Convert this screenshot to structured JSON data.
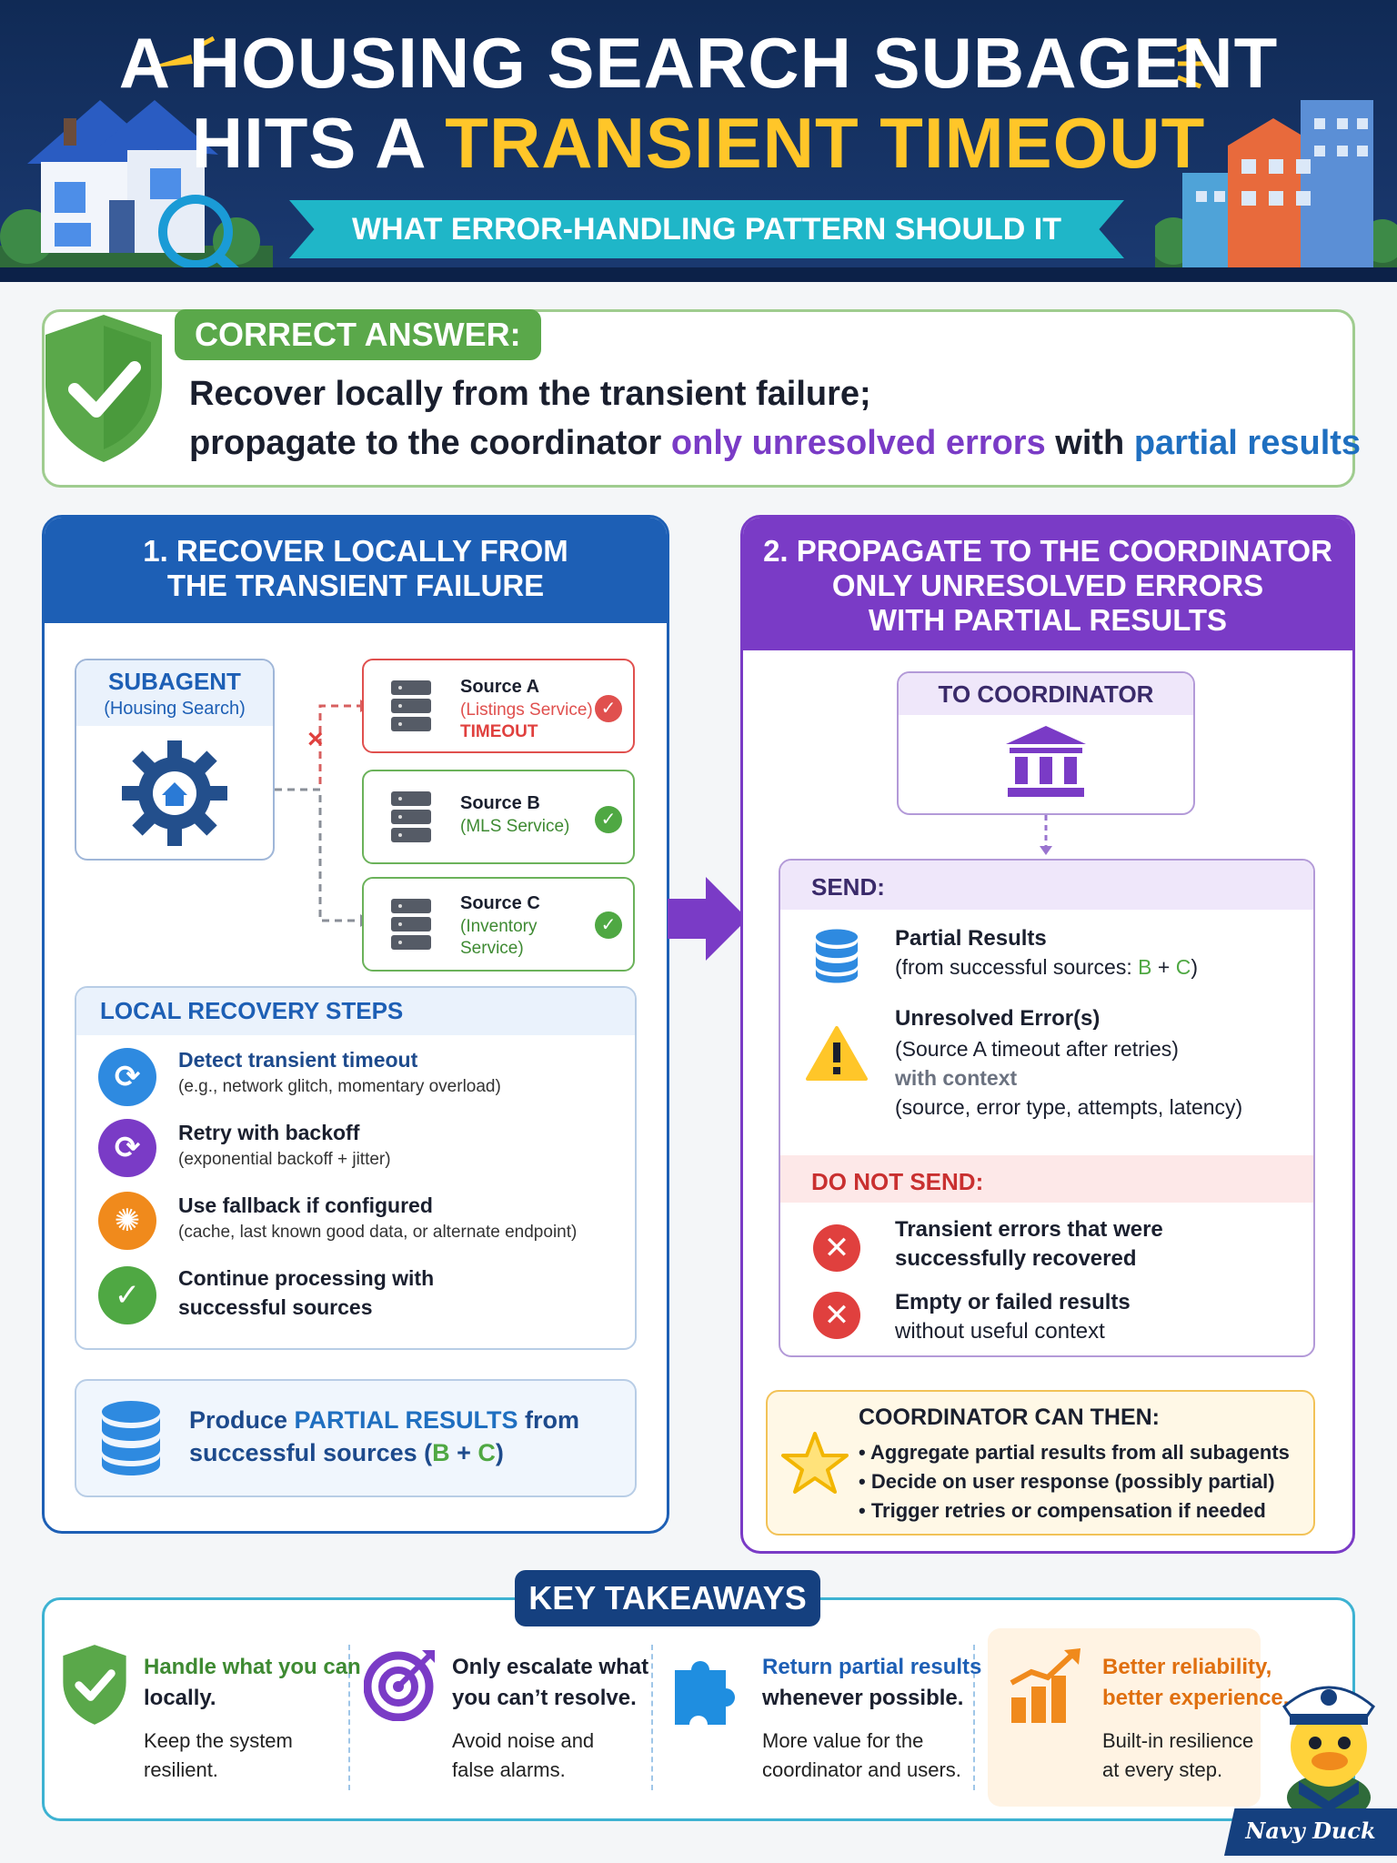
{
  "header": {
    "title_line1": "A HOUSING SEARCH SUBAGENT",
    "title_line2_prefix": "HITS A ",
    "title_line2_highlight": "TRANSIENT TIMEOUT",
    "subtitle": "WHAT ERROR-HANDLING PATTERN SHOULD IT FOLLOW?"
  },
  "answer": {
    "tag": "CORRECT ANSWER:",
    "line1": "Recover locally from the transient failure;",
    "line2_prefix": "propagate to the coordinator ",
    "line2_purple": "only unresolved errors",
    "line2_mid": " with ",
    "line2_blue": "partial results"
  },
  "left_panel": {
    "title_line1": "1. RECOVER LOCALLY FROM",
    "title_line2": "THE TRANSIENT FAILURE",
    "subagent": {
      "title": "SUBAGENT",
      "subtitle": "(Housing Search)"
    },
    "sources": [
      {
        "title": "Source A",
        "subtitle": "(Listings Service)",
        "status": "TIMEOUT"
      },
      {
        "title": "Source B",
        "subtitle": "(MLS Service)"
      },
      {
        "title": "Source C",
        "subtitle_line1": "(Inventory",
        "subtitle_line2": "Service)"
      }
    ],
    "steps_title": "LOCAL RECOVERY STEPS",
    "steps": [
      {
        "title": "Detect transient timeout",
        "subtitle": "(e.g., network glitch, momentary overload)"
      },
      {
        "title": "Retry with backoff",
        "subtitle": "(exponential backoff + jitter)"
      },
      {
        "title": "Use fallback if configured",
        "subtitle": "(cache, last known good data, or alternate endpoint)"
      },
      {
        "title_line1": "Continue processing with",
        "title_line2": "successful sources"
      }
    ],
    "produce": {
      "prefix": "Produce ",
      "highlight": "PARTIAL RESULTS",
      "suffix": " from",
      "line2_prefix": "successful sources (",
      "b": "B",
      "plus": " + ",
      "c": "C",
      "close": ")"
    }
  },
  "right_panel": {
    "title_line1": "2. PROPAGATE TO THE COORDINATOR",
    "title_line2": "ONLY UNRESOLVED ERRORS",
    "title_line3": "WITH PARTIAL RESULTS",
    "coordinator_label": "TO COORDINATOR",
    "send_label": "SEND:",
    "send_items": [
      {
        "title": "Partial Results",
        "sub_prefix": "(from successful sources: ",
        "b": "B",
        "plus": " + ",
        "c": "C",
        "close": ")"
      },
      {
        "title": "Unresolved Error(s)",
        "line1": "(Source A timeout after retries)",
        "line2": "with context",
        "line3": "(source, error type, attempts, latency)"
      }
    ],
    "do_not_send_label": "DO NOT SEND:",
    "do_not_send_items": [
      {
        "line1": "Transient errors that were",
        "line2": "successfully recovered"
      },
      {
        "line1": "Empty or failed results",
        "line2": "without useful context"
      }
    ],
    "coordinator_then": {
      "title": "COORDINATOR CAN THEN:",
      "items": [
        "• Aggregate partial results from all subagents",
        "• Decide on user response (possibly partial)",
        "• Trigger retries or compensation if needed"
      ]
    }
  },
  "takeaways": {
    "title": "KEY TAKEAWAYS",
    "items": [
      {
        "title_line1": "Handle what you can",
        "title_line2": "locally.",
        "sub_line1": "Keep the system",
        "sub_line2": "resilient."
      },
      {
        "title_line1": "Only escalate what",
        "title_line2": "you can’t resolve.",
        "sub_line1": "Avoid noise and",
        "sub_line2": "false alarms."
      },
      {
        "title_line1": "Return partial results",
        "title_line2": "whenever possible.",
        "sub_line1": "More value for the",
        "sub_line2": "coordinator and users."
      },
      {
        "title_line1": "Better reliability,",
        "title_line2": "better experience.",
        "sub_line1": "Built-in resilience",
        "sub_line2": "at every step."
      }
    ]
  },
  "branding": {
    "mascot": "Navy Duck"
  },
  "colors": {
    "navy": "#102a55",
    "yellow": "#ffc629",
    "teal": "#1fb6c8",
    "green": "#5aa84a",
    "blue": "#1d5fb5",
    "purple": "#7a3bc6",
    "red": "#e0403e",
    "orange": "#f08a1c"
  }
}
